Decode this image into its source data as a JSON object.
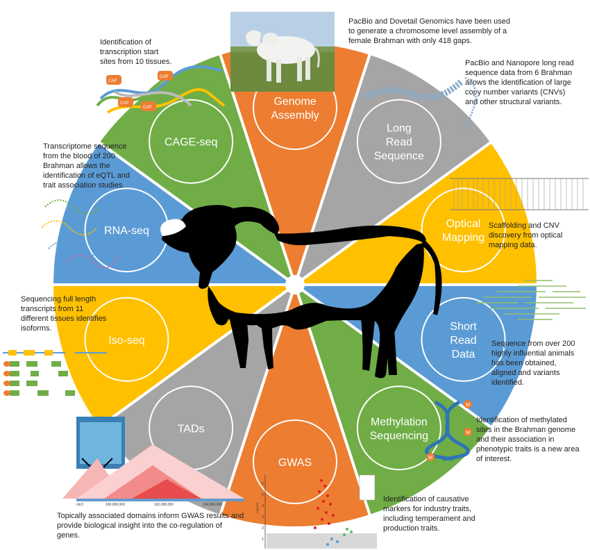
{
  "colors": {
    "orange": "#ED7D31",
    "gray": "#A5A5A5",
    "gold": "#FFC000",
    "blue": "#5B9BD5",
    "green": "#70AD47",
    "white": "#ffffff",
    "text": "#222222"
  },
  "segments": [
    {
      "id": "genome-assembly",
      "label_lines": [
        "Genome",
        "Assembly"
      ],
      "color": "orange"
    },
    {
      "id": "long-read",
      "label_lines": [
        "Long",
        "Read",
        "Sequence"
      ],
      "color": "gray"
    },
    {
      "id": "optical-mapping",
      "label_lines": [
        "Optical",
        "Mapping"
      ],
      "color": "gold"
    },
    {
      "id": "short-read",
      "label_lines": [
        "Short",
        "Read",
        "Data"
      ],
      "color": "blue"
    },
    {
      "id": "methylation",
      "label_lines": [
        "Methylation",
        "Sequencing"
      ],
      "color": "green"
    },
    {
      "id": "gwas",
      "label_lines": [
        "GWAS"
      ],
      "color": "orange"
    },
    {
      "id": "tads",
      "label_lines": [
        "TADs"
      ],
      "color": "gray"
    },
    {
      "id": "iso-seq",
      "label_lines": [
        "Iso-seq"
      ],
      "color": "gold"
    },
    {
      "id": "rna-seq",
      "label_lines": [
        "RNA-seq"
      ],
      "color": "blue"
    },
    {
      "id": "cage-seq",
      "label_lines": [
        "CAGE-seq"
      ],
      "color": "green"
    }
  ],
  "annotations": {
    "genome_assembly": "PacBio and Dovetail Genomics have been used to generate a chromosome level assembly of a female Brahman with only 418 gaps.",
    "long_read": "PacBio and Nanopore long read sequence data from 6 Brahman allows the identification of large copy number variants (CNVs) and other structural variants.",
    "optical_mapping": "Scaffolding and CNV discovery from optical mapping data.",
    "short_read": "Sequence from over 200 highly influential animals has been obtained, aligned and variants identified.",
    "methylation": "Identification of methylated sites in the Brahman genome and their association in phenotypic traits is a new area of interest.",
    "gwas": "Identification of causative markers for industry traits, including temperament and production traits.",
    "tads": "Topically associated domains inform GWAS results and provide biological insight into the co-regulation of genes.",
    "iso_seq": "Sequencing full length transcripts from 11 different tissues identifies isoforms.",
    "rna_seq": "Transcriptome sequence from the blood of 200 Brahman allows the identification of eQTL and trait association studies.",
    "cage_seq": "Identification of transcription start sites from 10 tissues."
  },
  "icons": {
    "cage": "CAP",
    "methyl": "M"
  },
  "gwas_plot": {
    "y_ticks": [
      "1",
      "2",
      "3",
      "4",
      "5",
      "6"
    ],
    "y_label": "-log10(P)"
  },
  "tads_plot": {
    "ticks": [
      "160,000,000",
      "162,000,000",
      "164,000,000"
    ],
    "left_tick": "chr3"
  }
}
